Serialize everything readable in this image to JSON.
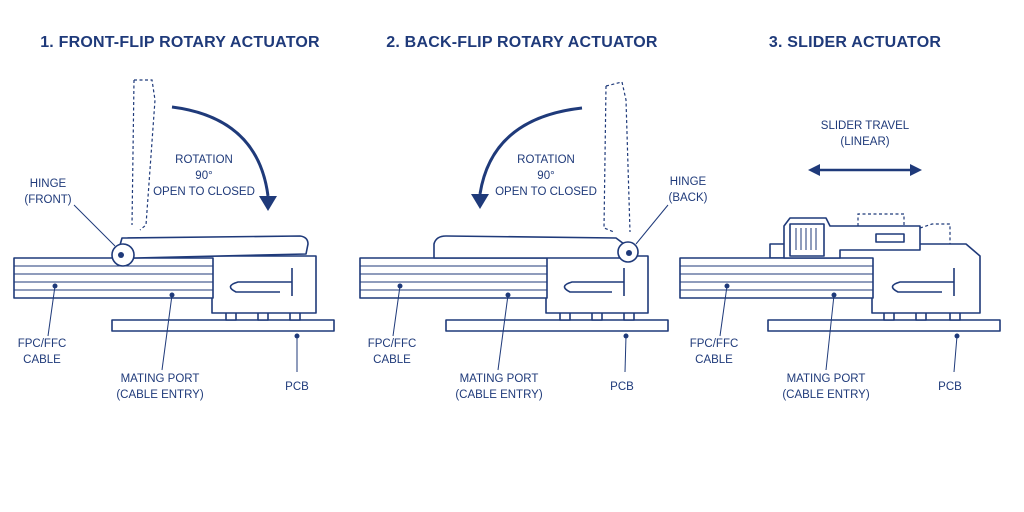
{
  "colors": {
    "ink": "#1f3a7a",
    "background": "#ffffff"
  },
  "panels": [
    {
      "title": "1. FRONT-FLIP ROTARY ACTUATOR",
      "rotation": [
        "ROTATION",
        "90°",
        "OPEN TO CLOSED"
      ],
      "hinge": [
        "HINGE",
        "(FRONT)"
      ],
      "cable": [
        "FPC/FFC",
        "CABLE"
      ],
      "port": [
        "MATING PORT",
        "(CABLE ENTRY)"
      ],
      "pcb": "PCB"
    },
    {
      "title": "2. BACK-FLIP ROTARY ACTUATOR",
      "rotation": [
        "ROTATION",
        "90°",
        "OPEN TO CLOSED"
      ],
      "hinge": [
        "HINGE",
        "(BACK)"
      ],
      "cable": [
        "FPC/FFC",
        "CABLE"
      ],
      "port": [
        "MATING PORT",
        "(CABLE ENTRY)"
      ],
      "pcb": "PCB"
    },
    {
      "title": "3. SLIDER ACTUATOR",
      "travel": [
        "SLIDER TRAVEL",
        "(LINEAR)"
      ],
      "cable": [
        "FPC/FFC",
        "CABLE"
      ],
      "port": [
        "MATING PORT",
        "(CABLE ENTRY)"
      ],
      "pcb": "PCB"
    }
  ]
}
